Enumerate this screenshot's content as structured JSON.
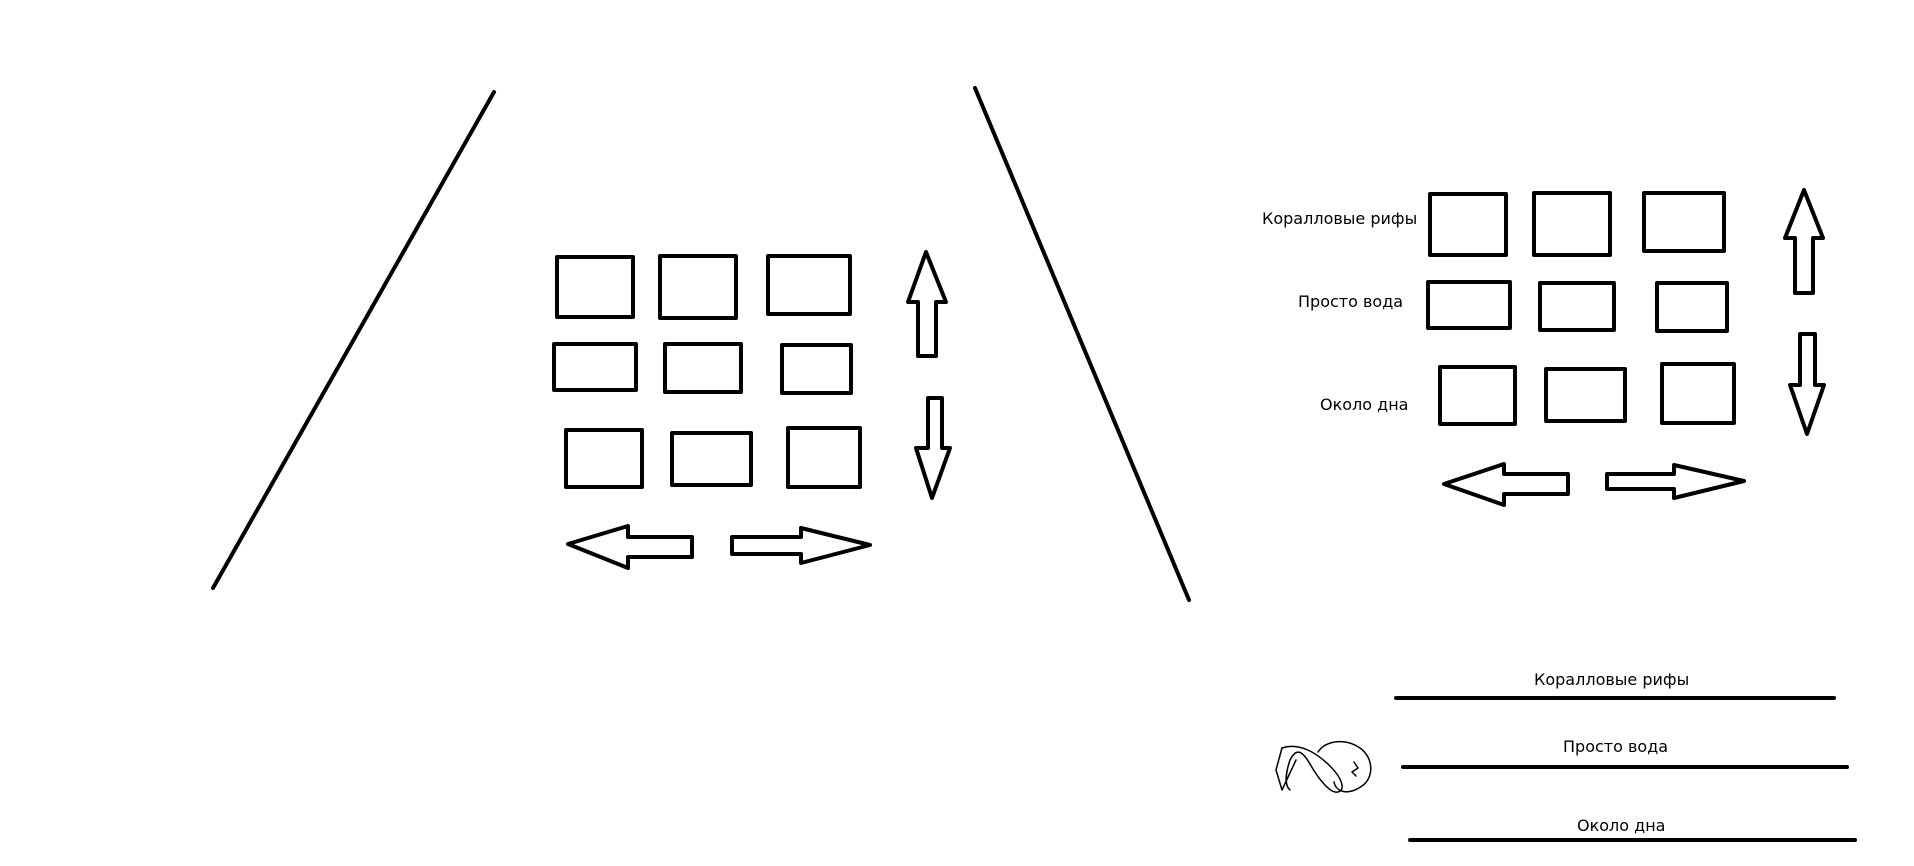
{
  "colors": {
    "stroke": "#000000",
    "background": "#ffffff"
  },
  "right_panel": {
    "row_labels": [
      "Коралловые рифы",
      "Просто вода",
      "Около дна"
    ]
  },
  "bottom_panel": {
    "layer_labels": [
      "Коралловые рифы",
      "Просто вода",
      "Около дна"
    ]
  },
  "icons": {
    "fish": "fish-sketch-icon",
    "arrow_up": "arrow-up-icon",
    "arrow_down": "arrow-down-icon",
    "arrow_left": "arrow-left-icon",
    "arrow_right": "arrow-right-icon"
  }
}
